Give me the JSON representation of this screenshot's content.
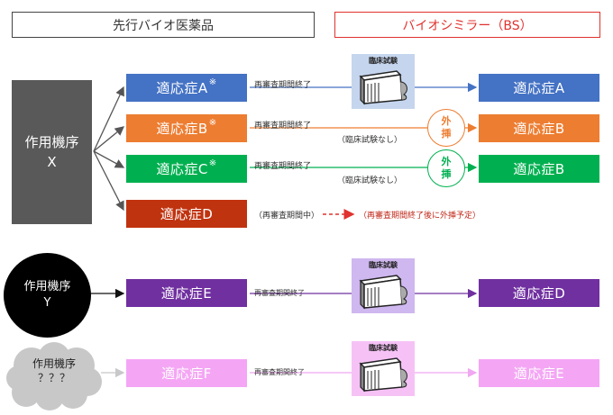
{
  "header": {
    "left": "先行バイオ医薬品",
    "right": "バイオシミラー（BS）"
  },
  "colors": {
    "blue": "#4472c4",
    "orange": "#ed7d31",
    "green": "#00b050",
    "red": "#c0330f",
    "purple": "#7030a0",
    "pink": "#f4a6f4",
    "gray": "#595959"
  },
  "mechanisms": {
    "x": {
      "line1": "作用機序",
      "line2": "X"
    },
    "y": {
      "line1": "作用機序",
      "line2": "Y"
    },
    "unknown": {
      "line1": "作用機序",
      "line2": "？？？"
    }
  },
  "originator": {
    "a": {
      "label": "適応症A",
      "mark": "※"
    },
    "b": {
      "label": "適応症B",
      "mark": "※"
    },
    "c": {
      "label": "適応症C",
      "mark": "※"
    },
    "d": {
      "label": "適応症D",
      "mark": ""
    },
    "e": {
      "label": "適応症E",
      "mark": ""
    },
    "f": {
      "label": "適応症F",
      "mark": ""
    }
  },
  "biosimilar": {
    "a": "適応症A",
    "b": "適応症B",
    "c": "適応症B",
    "e": "適応症D",
    "f": "適応症E"
  },
  "labels": {
    "reexam_done": "再審査期間終了",
    "no_trial": "（臨床試験なし）",
    "reexam_ongoing": "（再審査期間中）",
    "planned": "（再審査期間終了後に外挿予定）",
    "clinical_trial": "臨床試験"
  },
  "extrapolation": {
    "line1": "外",
    "line2": "挿"
  }
}
